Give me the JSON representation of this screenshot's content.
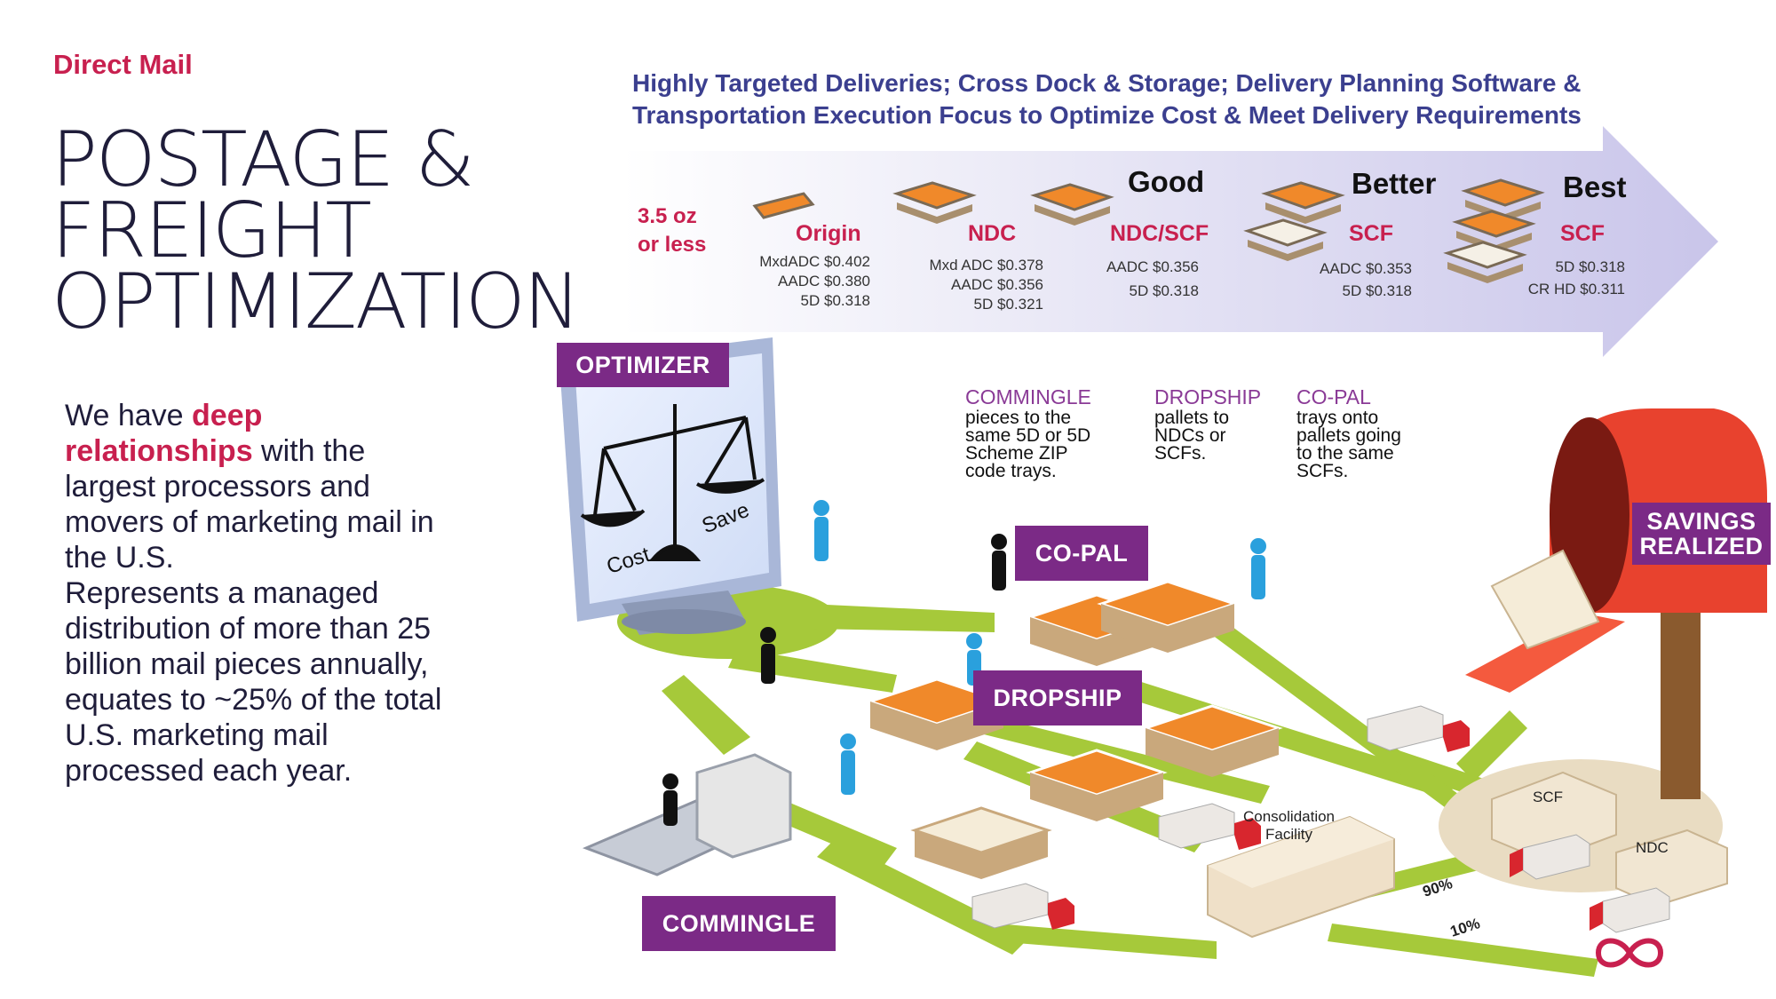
{
  "tag": "Direct Mail",
  "title_lines": [
    "POSTAGE &",
    "FREIGHT",
    "OPTIMIZATION"
  ],
  "intro": {
    "p1_before": "We have ",
    "p1_highlight": "deep relationships",
    "p1_after": " with the largest processors and movers of marketing mail in the U.S.",
    "p2": "Represents a managed distribution of more than 25 billion mail pieces annually, equates to ~25% of the total U.S. marketing mail processed each year."
  },
  "headline": {
    "line1": "Highly Targeted Deliveries; Cross Dock & Storage; Delivery Planning Software &",
    "line2": "Transportation Execution Focus to Optimize Cost & Meet Delivery Requirements"
  },
  "weight_label": [
    "3.5 oz",
    "or less"
  ],
  "tiers": [
    {
      "head": "",
      "loc": "Origin",
      "rates": [
        "MxdADC $0.402",
        "AADC $0.380",
        "5D $0.318"
      ]
    },
    {
      "head": "",
      "loc": "NDC",
      "rates": [
        "Mxd ADC $0.378",
        "AADC $0.356",
        "5D $0.321"
      ]
    },
    {
      "head": "Good",
      "loc": "NDC/SCF",
      "rates": [
        "AADC $0.356",
        "5D $0.318"
      ]
    },
    {
      "head": "Better",
      "loc": "SCF",
      "rates": [
        "AADC $0.353",
        "5D $0.318"
      ]
    },
    {
      "head": "Best",
      "loc": "SCF",
      "rates": [
        "5D $0.318",
        "CR HD $0.311"
      ]
    }
  ],
  "labels": {
    "optimizer": "OPTIMIZER",
    "copal": "CO-PAL",
    "dropship": "DROPSHIP",
    "commingle": "COMMINGLE",
    "savings": [
      "SAVINGS",
      "REALIZED"
    ],
    "cost": "Cost",
    "save": "Save",
    "consolidation": [
      "Consolidation",
      "Facility"
    ],
    "scf": "SCF",
    "ndc": "NDC",
    "pct90": "90%",
    "pct10": "10%"
  },
  "definitions": [
    {
      "head": "COMMINGLE",
      "lines": [
        "pieces to the",
        "same 5D or 5D",
        "Scheme ZIP",
        "code trays."
      ]
    },
    {
      "head": "DROPSHIP",
      "lines": [
        "pallets to",
        "NDCs or",
        "SCFs."
      ]
    },
    {
      "head": "CO-PAL",
      "lines": [
        "trays onto",
        "pallets going",
        "to the same",
        "SCFs."
      ]
    }
  ],
  "colors": {
    "accent": "#c8204f",
    "purple": "#7b2a86",
    "navy": "#3b3f8f",
    "green": "#a6c93a",
    "orange": "#f0892a",
    "mailbox": "#e8422e"
  },
  "icons": {
    "logo": "infinity-logo-icon",
    "scale": "balance-scale-icon"
  }
}
